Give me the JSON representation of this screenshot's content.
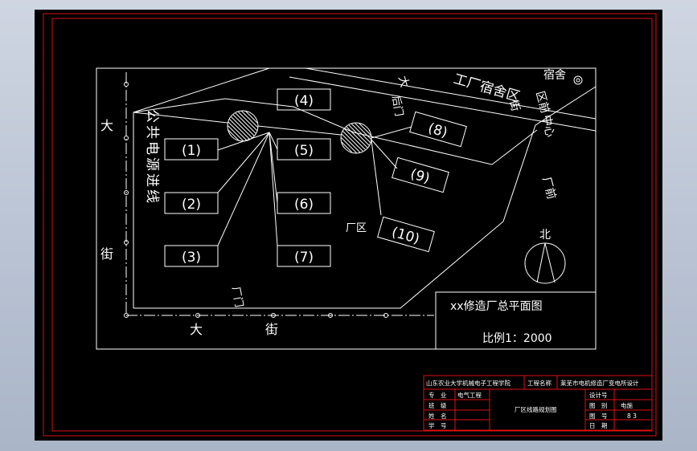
{
  "site_labels": {
    "road_left_1": "大",
    "road_left_2": "街",
    "road_bottom_1": "大",
    "road_bottom_2": "街",
    "public_power_line": "公共电源进线",
    "worker_dorm": "工厂宿舍区",
    "dorm_top_right": "宿舍",
    "dorm_front": "区前",
    "road_top": "大",
    "street_top": "街",
    "center": "中心",
    "back_gate": "后门",
    "plant_area": "厂区",
    "factory_front": "厂前",
    "front_gate": "厂门",
    "north": "北"
  },
  "buildings": [
    "(1)",
    "(2)",
    "(3)",
    "(4)",
    "(5)",
    "(6)",
    "(7)",
    "(8)",
    "(9)",
    "(10)"
  ],
  "plan_box": {
    "title": "xx修造厂总平面图",
    "scale": "比例1：2000"
  },
  "title_block": {
    "school": "山东农业大学机械电子工程学院",
    "project_label": "工程名称",
    "project_value": "莱芜市电机修造厂变电所设计",
    "major_label": "专　业",
    "major_value": "电气工程",
    "class_label": "班　级",
    "name_label": "姓　名",
    "id_label": "学　号",
    "drawing_name": "厂区线路规划图",
    "design_no_label": "设计号",
    "category_label": "图　别",
    "category_value": "电施",
    "drawing_no_label": "图　号",
    "drawing_no_value": "8 3",
    "date_label": "日　期"
  }
}
